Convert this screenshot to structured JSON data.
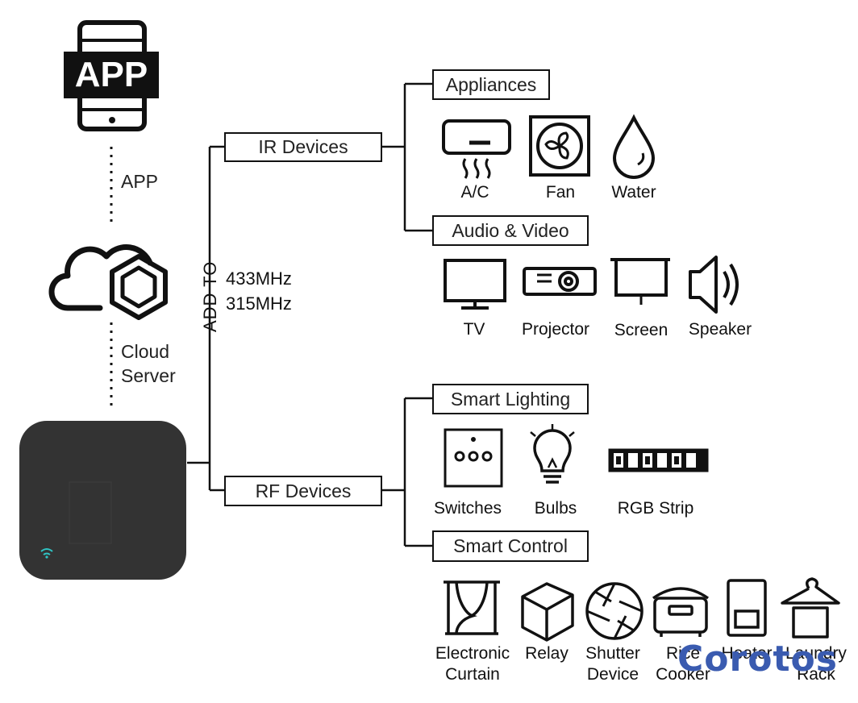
{
  "app_label_icon": "APP",
  "app_side_label": "APP",
  "cloud_label": [
    "Cloud",
    "Server"
  ],
  "add_to_label": "ADD TO",
  "frequencies": [
    "433MHz",
    "315MHz"
  ],
  "categories": {
    "ir": "IR Devices",
    "rf": "RF Devices"
  },
  "groups": {
    "appliances": "Appliances",
    "audio_video": "Audio & Video",
    "smart_lighting": "Smart Lighting",
    "smart_control": "Smart Control"
  },
  "appliances_items": [
    "A/C",
    "Fan",
    "Water"
  ],
  "audio_video_items": [
    "TV",
    "Projector",
    "Screen",
    "Speaker"
  ],
  "lighting_items": [
    "Switches",
    "Bulbs",
    "RGB Strip"
  ],
  "control_items": [
    [
      "Electronic",
      "Curtain"
    ],
    [
      "Relay"
    ],
    [
      "Shutter",
      "Device"
    ],
    [
      "Rice",
      "Cooker"
    ],
    [
      "Heater"
    ],
    [
      "Laundry",
      "Rack"
    ]
  ],
  "watermark": "Corotos",
  "colors": {
    "line": "#111111",
    "hub": "#333333",
    "wifi": "#2fc4c4",
    "watermark": "#3a5bb0"
  }
}
